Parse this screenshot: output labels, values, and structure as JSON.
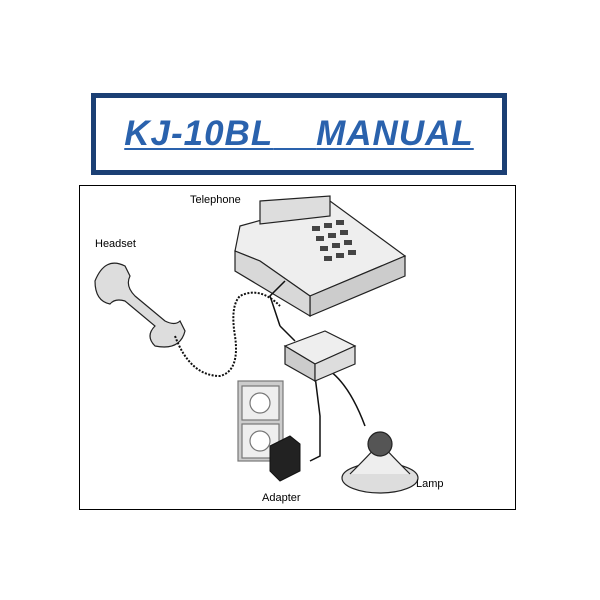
{
  "title": {
    "model": "KJ-10BL",
    "word": "MANUAL"
  },
  "diagram": {
    "labels": {
      "telephone": "Telephone",
      "headset": "Headset",
      "adapter": "Adapter",
      "lamp": "Lamp"
    }
  }
}
